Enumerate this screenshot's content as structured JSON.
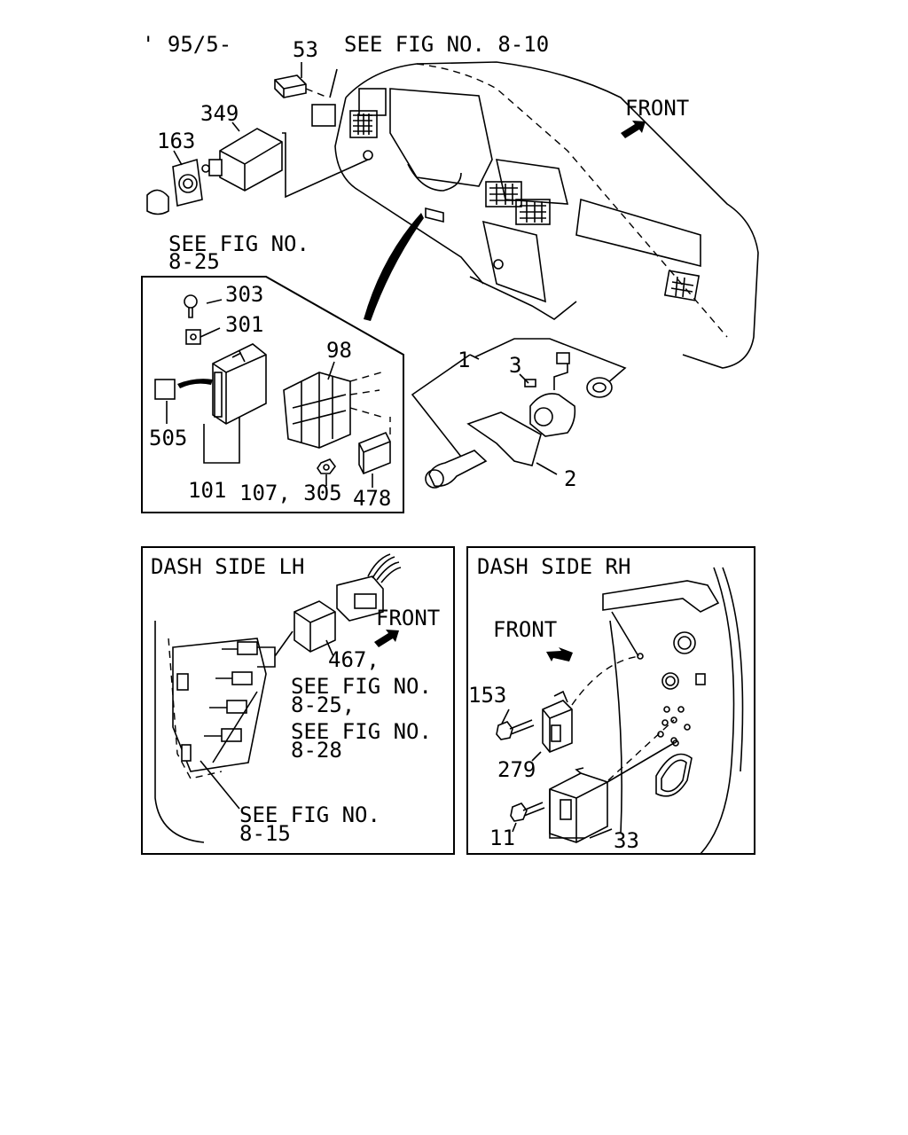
{
  "header": {
    "date_code": "' 95/5-"
  },
  "references": {
    "see_fig_8_10": "SEE FIG NO. 8-10",
    "see_fig_8_25_top_line1": "SEE FIG NO.",
    "see_fig_8_25_top_line2": "8-25",
    "lh_see_fig_8_25_line1": "SEE FIG NO.",
    "lh_see_fig_8_25_line2": "8-25,",
    "lh_see_fig_8_28_line1": "SEE FIG NO.",
    "lh_see_fig_8_28_line2": "8-28",
    "lh_see_fig_8_15_line1": "SEE FIG NO.",
    "lh_see_fig_8_15_line2": "8-15"
  },
  "direction": {
    "front_main": "FRONT",
    "front_lh": "FRONT",
    "front_rh": "FRONT"
  },
  "panels": {
    "dash_side_lh": "DASH SIDE LH",
    "dash_side_rh": "DASH SIDE RH"
  },
  "part_numbers": {
    "p53": "53",
    "p349": "349",
    "p163": "163",
    "p303": "303",
    "p301": "301",
    "p98": "98",
    "p505": "505",
    "p101": "101",
    "p107_305": "107, 305",
    "p478": "478",
    "p1": "1",
    "p3": "3",
    "p2": "2",
    "p467": "467,",
    "p153": "153",
    "p279": "279",
    "p11": "11",
    "p33": "33"
  }
}
